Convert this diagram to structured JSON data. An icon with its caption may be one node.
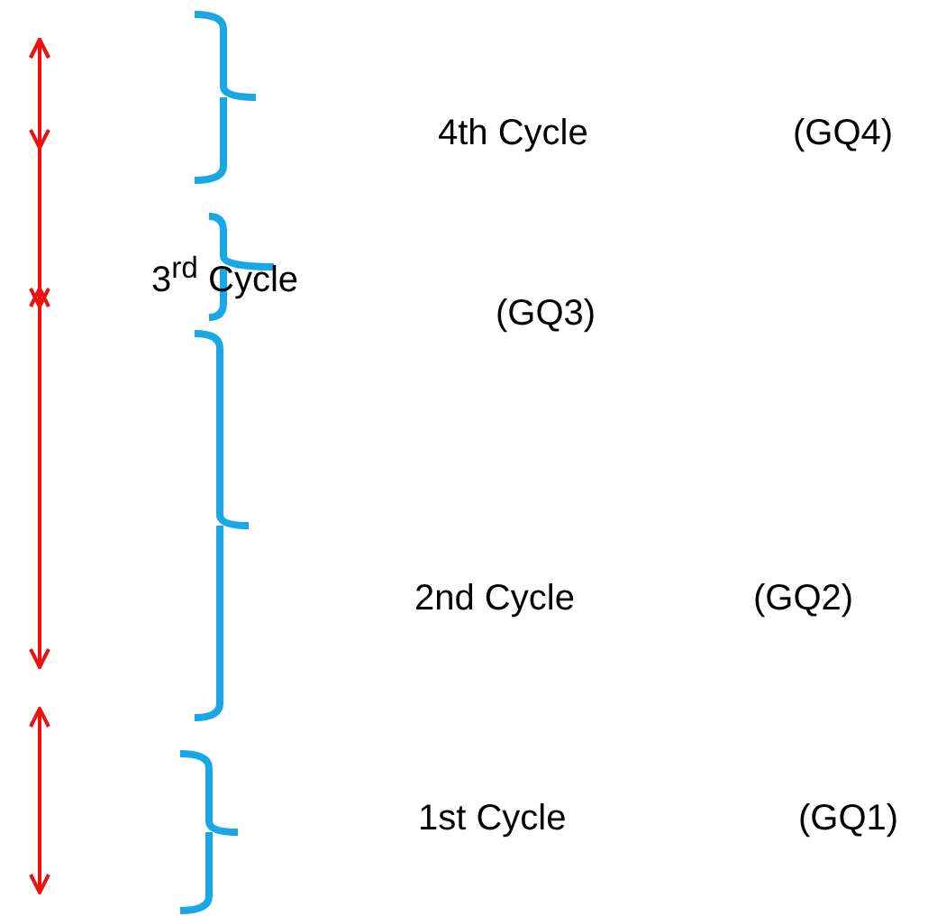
{
  "diagram": {
    "labels": [
      "4th Cycle",
      "(GQ4)",
      "3$^{rd}$ Cycle",
      "(GQ3)",
      "2nd Cycle",
      "(GQ2)",
      "1st Cycle",
      "(GQ1)"
    ]
  }
}
